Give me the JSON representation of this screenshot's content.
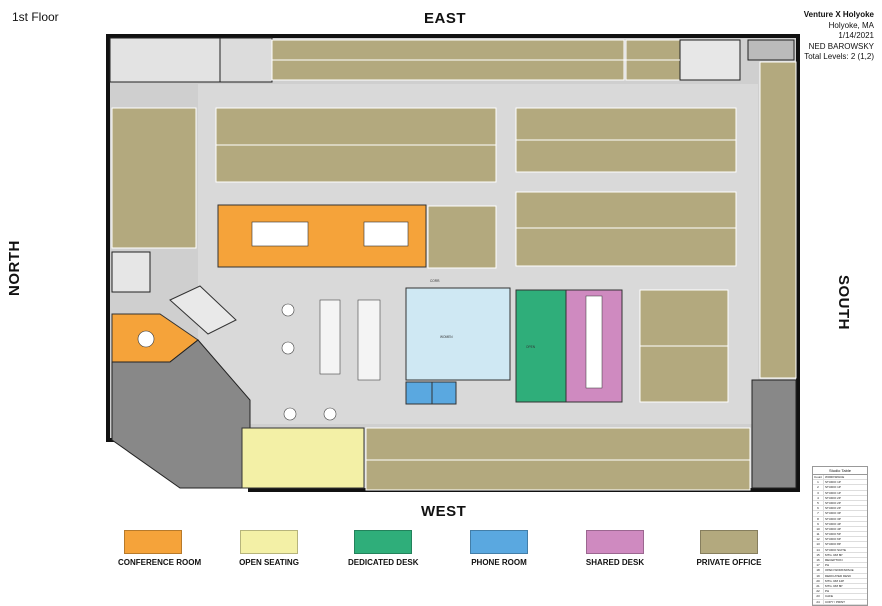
{
  "floor": "1st Floor",
  "directions": {
    "east": "EAST",
    "west": "WEST",
    "north": "NORTH",
    "south": "SOUTH"
  },
  "info": {
    "title": "Venture X Holyoke",
    "city": "Holyoke, MA",
    "date": "1/14/2021",
    "author": "NED BAROWSKY",
    "levels": "Total Levels: 2 (1,2)"
  },
  "legend": [
    {
      "label": "CONFERENCE ROOM",
      "color": "#f5a33a"
    },
    {
      "label": "OPEN SEATING",
      "color": "#f3f0a6"
    },
    {
      "label": "DEDICATED DESK",
      "color": "#2fae7a"
    },
    {
      "label": "PHONE ROOM",
      "color": "#5aa8e0"
    },
    {
      "label": "SHARED DESK",
      "color": "#cf8ac0"
    },
    {
      "label": "PRIVATE OFFICE",
      "color": "#b3a97e"
    }
  ],
  "studio_table": {
    "title": "Studio Table",
    "header": [
      "Count",
      "WORKSPACE"
    ],
    "rows": [
      [
        "1",
        "STUDIO 1P"
      ],
      [
        "2",
        "STUDIO 1P"
      ],
      [
        "3",
        "STUDIO 1P"
      ],
      [
        "4",
        "STUDIO 2P"
      ],
      [
        "5",
        "STUDIO 2P"
      ],
      [
        "6",
        "STUDIO 2P"
      ],
      [
        "7",
        "STUDIO 3P"
      ],
      [
        "8",
        "STUDIO 3P"
      ],
      [
        "9",
        "STUDIO 4P"
      ],
      [
        "10",
        "STUDIO 4P"
      ],
      [
        "11",
        "STUDIO 5P"
      ],
      [
        "12",
        "STUDIO 6P"
      ],
      [
        "13",
        "STUDIO 8P"
      ],
      [
        "14",
        "STUDIO SUITE"
      ],
      [
        "15",
        "MTG. RM 8P"
      ],
      [
        "16",
        "RECEPTION"
      ],
      [
        "17",
        "PH"
      ],
      [
        "18",
        "OPEN WORKSPACE"
      ],
      [
        "19",
        "DEDICATED DESK"
      ],
      [
        "20",
        "MTG. RM 12P"
      ],
      [
        "21",
        "MTG. RM 8P"
      ],
      [
        "22",
        "PH"
      ],
      [
        "23",
        "CAFE"
      ],
      [
        "24",
        "COPY / PRINT"
      ]
    ]
  }
}
